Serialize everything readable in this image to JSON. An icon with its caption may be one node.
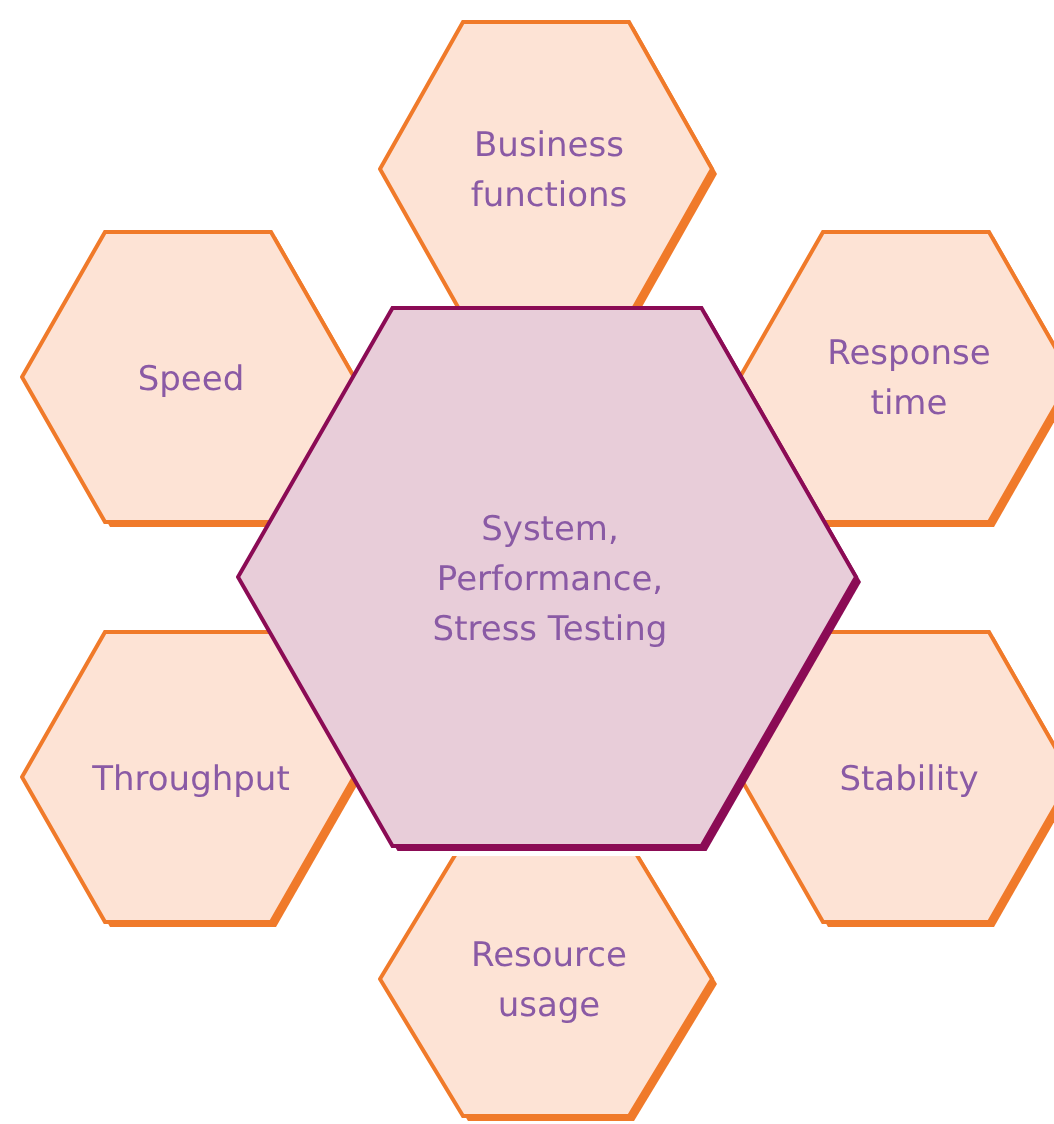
{
  "diagram": {
    "nodes": [
      {
        "text": [
          "Business functions"
        ]
      },
      {
        "text": [
          "Speed"
        ]
      },
      {
        "text": [
          "Response time"
        ]
      },
      {
        "text": [
          "System, Performance, Stress Testing"
        ]
      },
      {
        "text": [
          "Throughput"
        ]
      },
      {
        "text": [
          "Stability"
        ]
      },
      {
        "text": [
          "Resource usage"
        ]
      }
    ]
  }
}
